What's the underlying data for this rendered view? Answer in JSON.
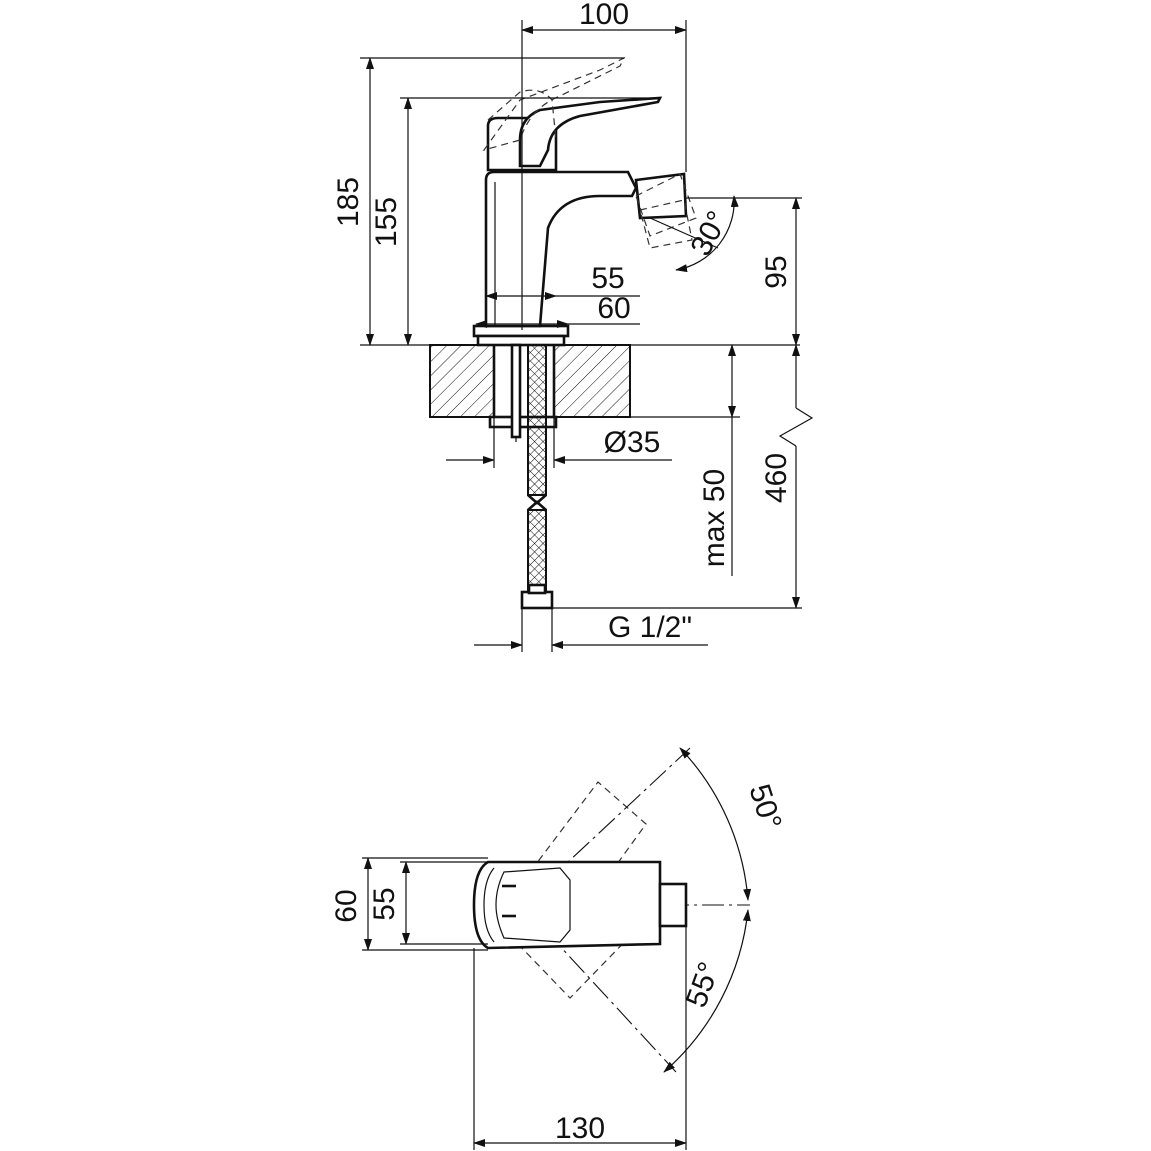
{
  "drawing": {
    "line_color": "#111111",
    "background": "#ffffff"
  },
  "side_view": {
    "dim_top_width": "100",
    "dim_overall_height": "185",
    "dim_spout_height": "155",
    "dim_outlet_height": "95",
    "dim_outlet_angle": "30°",
    "dim_body_55": "55",
    "dim_body_60": "60",
    "dim_hole_diameter": "Ø35",
    "dim_max_thickness": "max 50",
    "dim_hose_length": "460",
    "dim_connection": "G 1/2\""
  },
  "top_view": {
    "dim_angle_upper": "50°",
    "dim_angle_lower": "55°",
    "dim_width_60": "60",
    "dim_width_55": "55",
    "dim_length": "130"
  }
}
